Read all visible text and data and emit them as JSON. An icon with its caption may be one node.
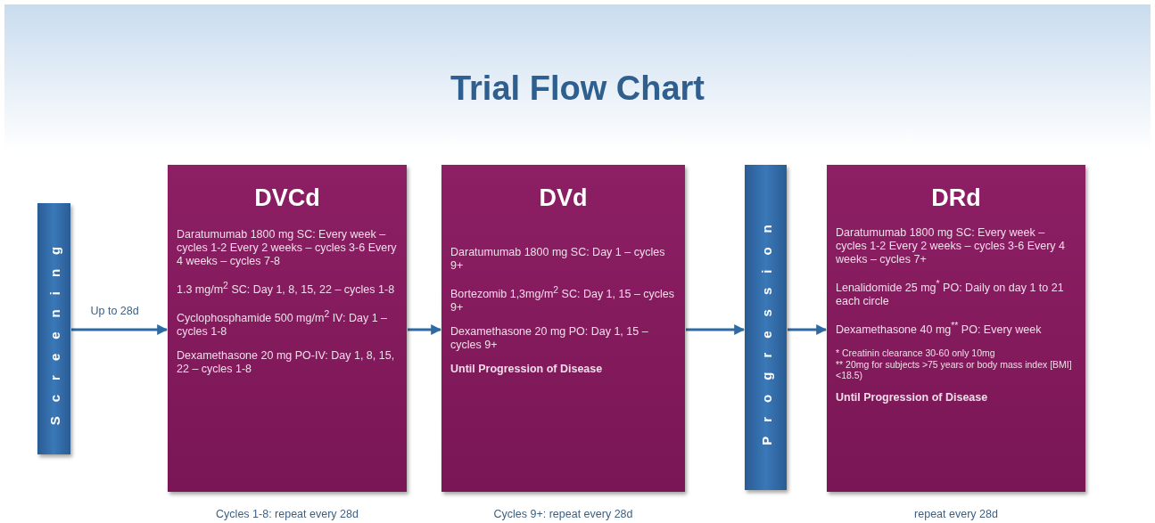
{
  "diagram": {
    "title": "Trial Flow Chart",
    "nodes": [
      {
        "text": [
          "Screening"
        ]
      },
      {
        "text": [
          "DVCd",
          "Daratumumab 1800 mg SC: Every week – cycles 1-2 Every 2 weeks – cycles 3-6 Every 4 weeks – cycles 7-8",
          "1.3 mg/m$^{2}$ SC: Day 1, 8, 15, 22 – cycles 1-8",
          "Cyclophosphamide 500 mg/m$^{2}$ IV: Day 1 – cycles 1-8",
          "Dexamethasone 20 mg PO-IV: Day 1, 8, 15, 22 – cycles 1-8"
        ],
        "beside": [
          "Cycles 1-8: repeat every 28d"
        ]
      },
      {
        "text": [
          "DVd",
          "Daratumumab 1800 mg SC: Day 1 – cycles 9+",
          "Bortezomib 1,3mg/m$^{2}$ SC: Day 1, 15 – cycles 9+",
          "Dexamethasone 20 mg PO: Day 1, 15 – cycles 9+",
          "Until Progression of Disease"
        ],
        "beside": [
          "Cycles 9+: repeat every 28d"
        ]
      },
      {
        "text": [
          "Progression"
        ]
      },
      {
        "text": [
          "DRd",
          "Daratumumab 1800 mg SC: Every week – cycles 1-2 Every 2 weeks – cycles 3-6 Every 4 weeks – cycles 7+",
          "Lenalidomide 25 mg$^{*}$ PO: Daily on day 1 to 21 each circle",
          "Dexamethasone 40 mg$^{**}$ PO: Every week",
          "* Creatinin clearance 30-60 only 10mg",
          "** 20mg for subjects >75 years or body mass index [BMI] <18.5)",
          "Until Progression of Disease"
        ],
        "beside": [
          "repeat every 28d"
        ]
      }
    ],
    "edges": [
      {
        "from": 0,
        "to": 1,
        "arrow": "to",
        "label": "Up to 28d"
      },
      {
        "from": 1,
        "to": 2,
        "arrow": "to"
      },
      {
        "from": 2,
        "to": 3,
        "arrow": "to"
      },
      {
        "from": 3,
        "to": 4,
        "arrow": "to"
      }
    ]
  }
}
